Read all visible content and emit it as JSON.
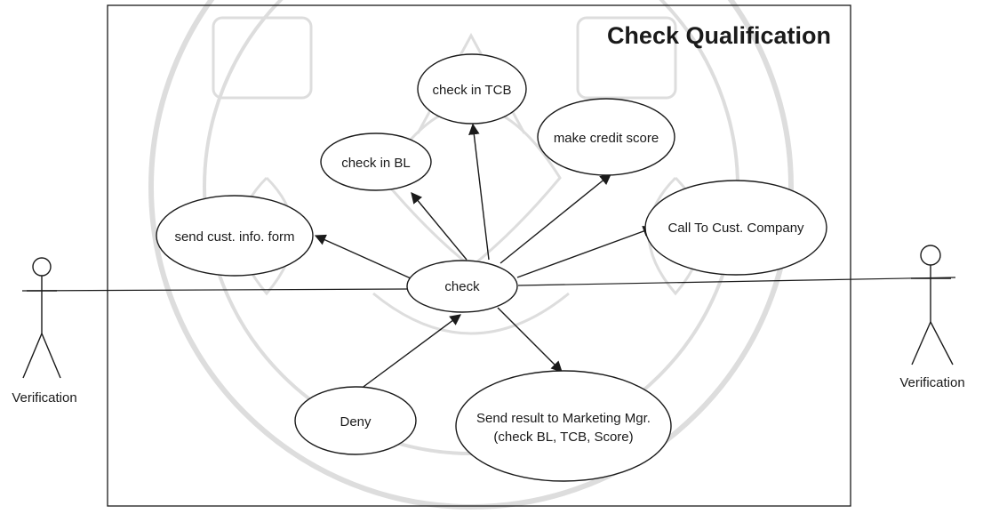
{
  "diagram": {
    "title": "Check Qualification",
    "use_cases": {
      "check_tcb": "check in TCB",
      "check_bl": "check in BL",
      "credit_score": "make credit score",
      "send_form": "send cust. info. form",
      "call_company": "Call To Cust. Company",
      "check": "check",
      "deny": "Deny",
      "send_result_line1": "Send result to Marketing Mgr.",
      "send_result_line2": "(check BL, TCB, Score)"
    },
    "actors": {
      "left": "Verification",
      "right": "Verification"
    }
  },
  "watermark": {
    "kind": "university-seal"
  }
}
